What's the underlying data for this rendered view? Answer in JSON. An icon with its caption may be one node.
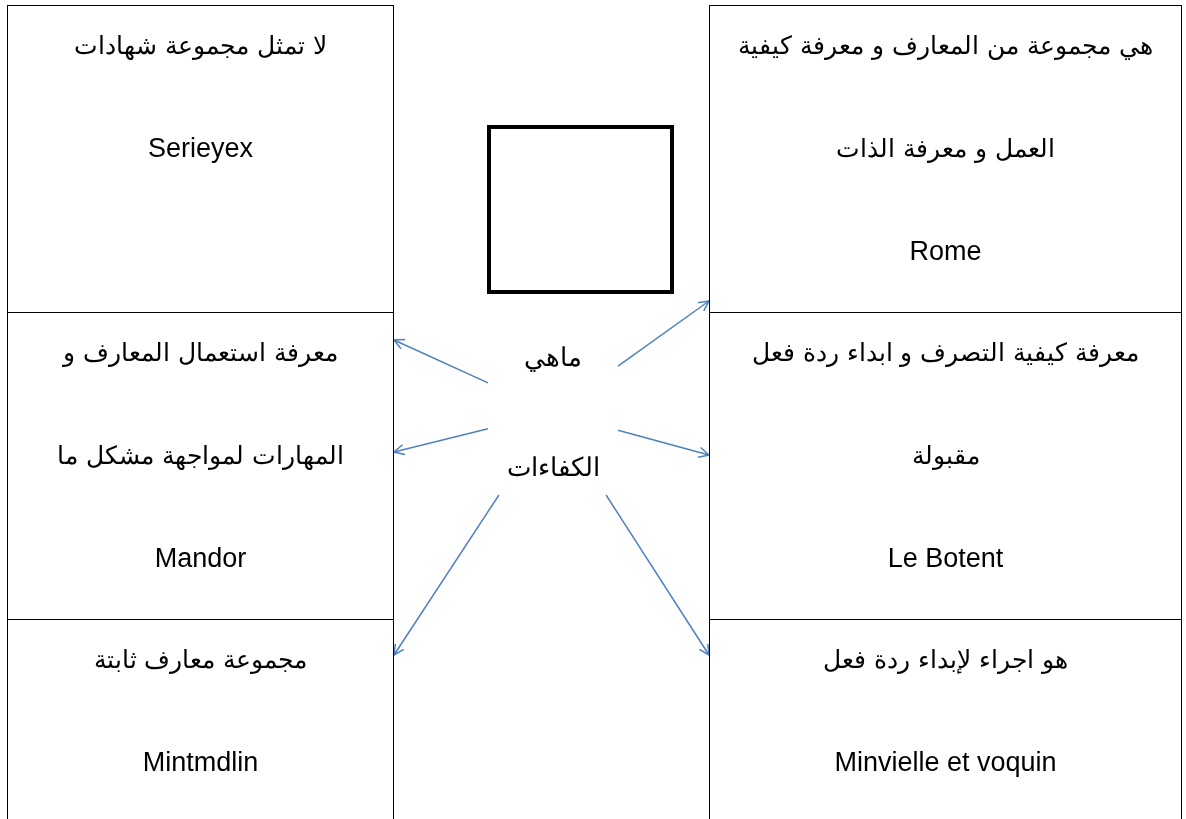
{
  "diagram": {
    "nodes": [
      {
        "text": [
          "هي مجموعة من المعارف و معرفة كيفية العمل و معرفة الذات",
          "Rome"
        ]
      },
      {
        "text": [
          "لا تمثل مجموعة شهادات",
          "Serieyex"
        ]
      },
      {
        "text": [],
        "shape": "box"
      },
      {
        "text": [
          "معرفة كيفية التصرف و ابداء ردة فعل مقبولة",
          "Le Botent"
        ]
      },
      {
        "text": [
          "ماهي الكفاءات"
        ]
      },
      {
        "text": [
          "معرفة استعمال المعارف و المهارات لمواجهة مشكل ما",
          "Mandor"
        ]
      },
      {
        "text": [
          "هو اجراء لإبداء ردة فعل",
          "Minvielle et voquin"
        ]
      },
      {
        "text": [
          "مجموعة معارف ثابتة",
          "Mintmdlin"
        ]
      }
    ],
    "edges": [
      {
        "from": 4,
        "to": 5,
        "arrow": "to"
      },
      {
        "from": 4,
        "to": 5,
        "arrow": "to"
      },
      {
        "from": 4,
        "to": 7,
        "arrow": "to"
      },
      {
        "from": 4,
        "to": 0,
        "arrow": "to"
      },
      {
        "from": 4,
        "to": 3,
        "arrow": "to"
      },
      {
        "from": 4,
        "to": 6,
        "arrow": "to"
      }
    ]
  }
}
